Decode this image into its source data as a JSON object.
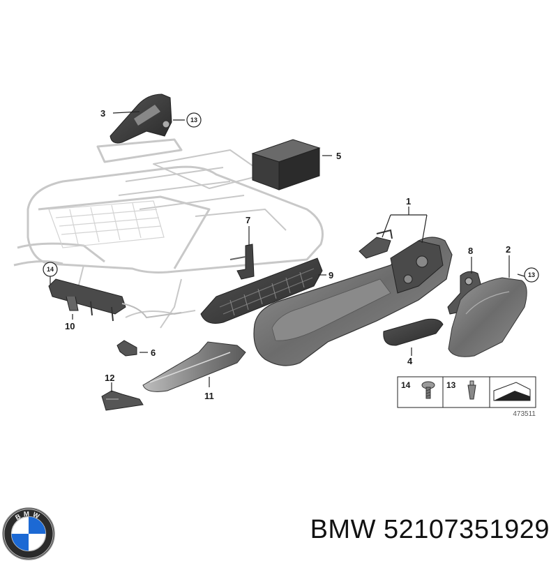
{
  "diagram": {
    "callouts": {
      "p1": "1",
      "p2": "2",
      "p3": "3",
      "p4": "4",
      "p5": "5",
      "p6": "6",
      "p7": "7",
      "p8": "8",
      "p9": "9",
      "p10": "10",
      "p11": "11",
      "p12": "12"
    },
    "circled": {
      "c13_top": "13",
      "c13_right": "13",
      "c14_left": "14"
    },
    "legend": {
      "item_a": "14",
      "item_b": "13"
    },
    "reference_number": "473511"
  },
  "brand": {
    "logo_icon": "bmw-roundel-icon",
    "logo_letters": "BMW",
    "name": "BMW",
    "part_number": "52107351929"
  },
  "colors": {
    "ghost_frame": "#c8c8c8",
    "part_dark": "#3a3a3a",
    "part_mid": "#7a7a7a",
    "part_light": "#a8a8a8",
    "bmw_blue": "#1c69d4"
  }
}
